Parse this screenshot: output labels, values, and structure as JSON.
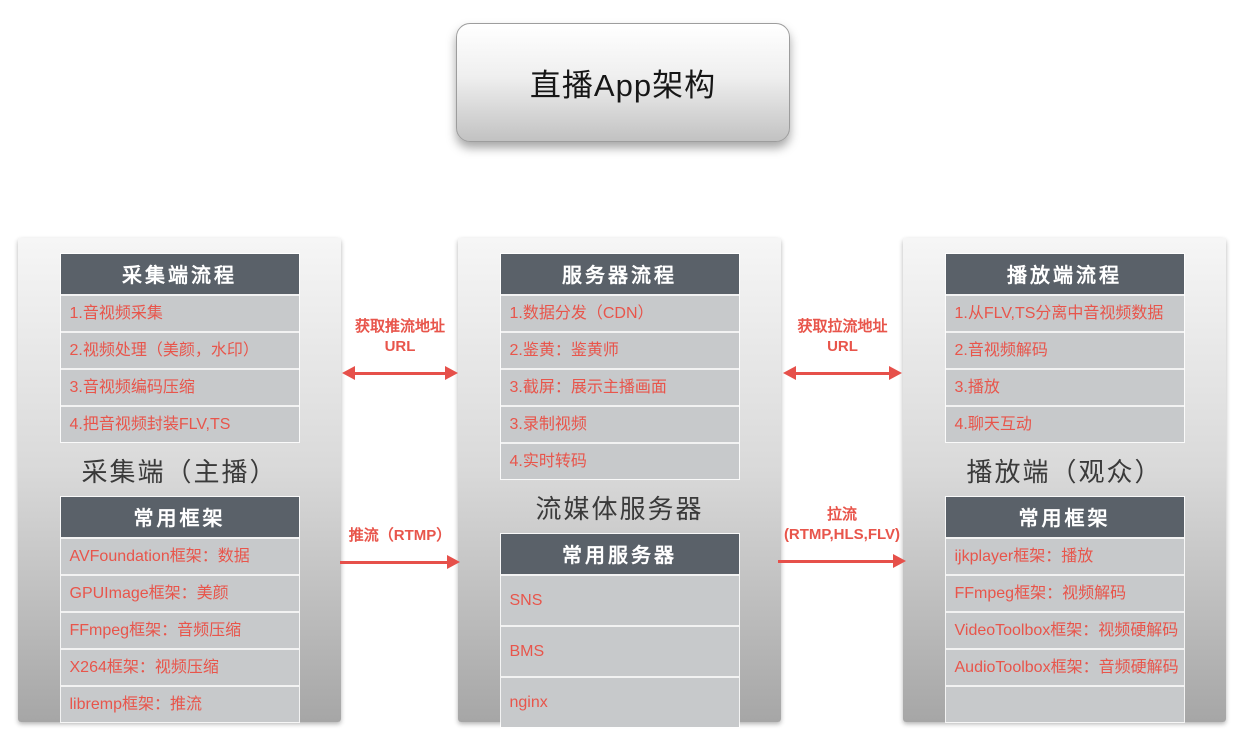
{
  "title": "直播App架构",
  "colors": {
    "accent_red": "#E8554B",
    "arrow_red": "#E6504A",
    "header_bg": "#5A6169",
    "row_bg": "#C7C9CB"
  },
  "columns": [
    {
      "flow_table": {
        "header": "采集端流程",
        "items": [
          "1.音视频采集",
          "2.视频处理（美颜，水印）",
          "3.音视频编码压缩",
          "4.把音视频封装FLV,TS"
        ]
      },
      "section_title": "采集端（主播）",
      "tool_table": {
        "header": "常用框架",
        "items": [
          "AVFoundation框架：数据",
          "GPUImage框架：美颜",
          "FFmpeg框架：音频压缩",
          "X264框架：视频压缩",
          "libremp框架：推流"
        ]
      }
    },
    {
      "flow_table": {
        "header": "服务器流程",
        "items": [
          "1.数据分发（CDN）",
          "2.鉴黄：鉴黄师",
          "3.截屏：展示主播画面",
          "3.录制视频",
          "4.实时转码"
        ]
      },
      "section_title": "流媒体服务器",
      "tool_table": {
        "header": "常用服务器",
        "items": [
          "SNS",
          "BMS",
          "nginx"
        ]
      }
    },
    {
      "flow_table": {
        "header": "播放端流程",
        "items": [
          "1.从FLV,TS分离中音视频数据",
          "2.音视频解码",
          "3.播放",
          "4.聊天互动"
        ]
      },
      "section_title": "播放端（观众）",
      "tool_table": {
        "header": "常用框架",
        "items": [
          "ijkplayer框架：播放",
          "FFmpeg框架：视频解码",
          "VideoToolbox框架：视频硬解码",
          "AudioToolbox框架：音频硬解码",
          ""
        ]
      }
    }
  ],
  "arrows": [
    {
      "label": "获取推流地址URL",
      "type": "double"
    },
    {
      "label": "推流（RTMP）",
      "type": "single"
    },
    {
      "label": "获取拉流地址URL",
      "type": "double"
    },
    {
      "label": "拉流\n(RTMP,HLS,FLV)",
      "type": "single"
    }
  ]
}
